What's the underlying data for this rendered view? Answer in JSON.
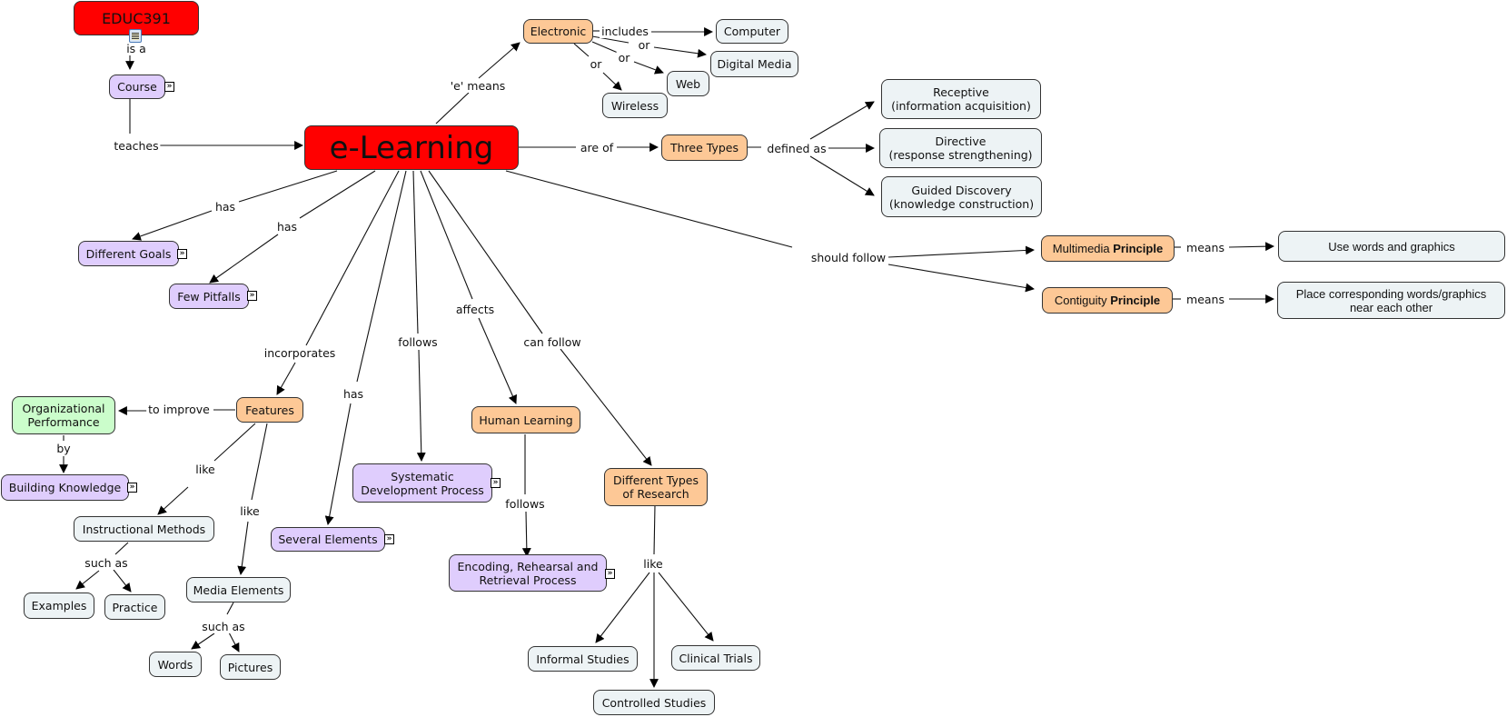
{
  "concept_map": {
    "title": "e-Learning",
    "colors": {
      "main": "#ff0000",
      "linked_concept": "#dfcdfd",
      "category": "#fdc896",
      "leaf": "#edf3f5",
      "outcome": "#cbfdcb"
    },
    "nodes": {
      "educ391": "EDUC391",
      "course": "Course",
      "elearning": "e-Learning",
      "electronic": "Electronic",
      "computer": "Computer",
      "digital_media": "Digital Media",
      "web": "Web",
      "wireless": "Wireless",
      "three_types": "Three Types",
      "receptive": "Receptive\n(information acquisition)",
      "directive": "Directive\n(response strengthening)",
      "guided": "Guided Discovery\n(knowledge construction)",
      "multimedia_a": "Multimedia ",
      "multimedia_b": "Principle",
      "contiguity_a": "Contiguity ",
      "contiguity_b": "Principle",
      "use_words": "Use words and graphics",
      "place_corr": "Place corresponding words/graphics\nnear each other",
      "different_goals": "Different Goals",
      "few_pitfalls": "Few Pitfalls",
      "features": "Features",
      "org_perf": "Organizational\nPerformance",
      "building_knowledge": "Building Knowledge",
      "instr_methods": "Instructional Methods",
      "examples": "Examples",
      "practice": "Practice",
      "media_elements": "Media Elements",
      "words": "Words",
      "pictures": "Pictures",
      "several_elements": "Several Elements",
      "systematic": "Systematic\nDevelopment Process",
      "human_learning": "Human Learning",
      "encoding": "Encoding, Rehearsal and\nRetrieval Process",
      "diff_research": "Different Types\nof Research",
      "informal": "Informal Studies",
      "controlled": "Controlled Studies",
      "clinical": "Clinical Trials"
    },
    "links": {
      "is_a": "is a",
      "teaches": "teaches",
      "e_means": "'e' means",
      "includes": "includes",
      "or1": "or",
      "or2": "or",
      "or3": "or",
      "are_of": "are of",
      "defined_as": "defined as",
      "should_follow": "should follow",
      "means1": "means",
      "means2": "means",
      "has1": "has",
      "has2": "has",
      "incorporates": "incorporates",
      "has3": "has",
      "follows1": "follows",
      "affects": "affects",
      "can_follow": "can follow",
      "to_improve": "to improve",
      "by": "by",
      "like1": "like",
      "like2": "like",
      "such_as1": "such as",
      "such_as2": "such as",
      "follows2": "follows",
      "like3": "like"
    },
    "icons": {
      "expand": "»",
      "resource": "document-icon"
    }
  }
}
